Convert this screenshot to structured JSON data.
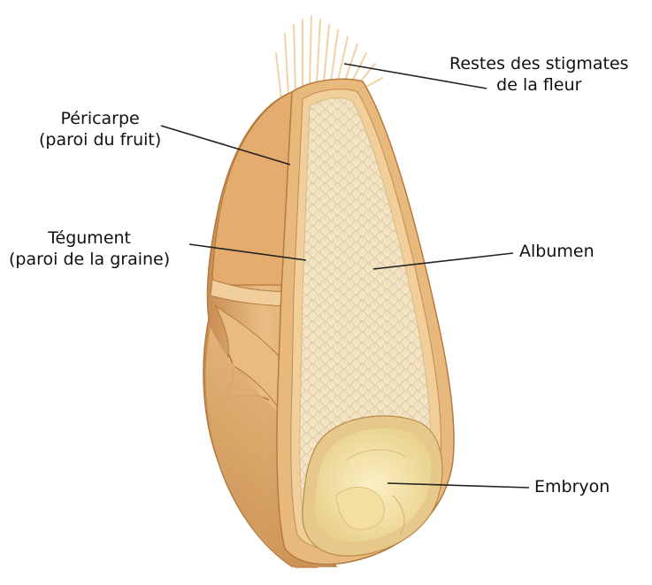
{
  "labels": {
    "stigmates": {
      "line1": "Restes des stigmates",
      "line2": "de la fleur"
    },
    "pericarpe": {
      "line1": "Péricarpe",
      "line2": "(paroi du fruit)"
    },
    "tegument": {
      "line1": "Tégument",
      "line2": "(paroi de la graine)"
    },
    "albumen": {
      "line1": "Albumen"
    },
    "embryon": {
      "line1": "Embryon"
    }
  },
  "colors": {
    "pericarp_outer": "#d9a467",
    "pericarp_light": "#edc58f",
    "pericarp_dark": "#b57a3f",
    "albumen": "#f3e4c6",
    "albumen_cells": "#e2cda4",
    "embryo": "#f6e7a9",
    "hairs": "#f0d7ae",
    "leader_line": "#222222"
  }
}
